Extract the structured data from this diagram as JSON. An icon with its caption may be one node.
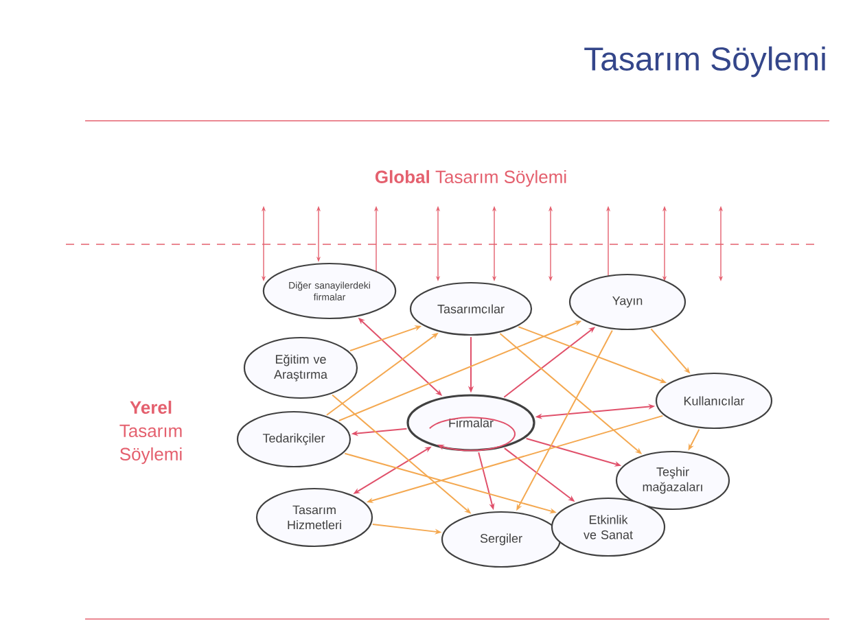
{
  "diagram": {
    "title": "Tasarım Söylemi",
    "nodes": [
      {
        "text": [
          "Diğer sanayilerdeki firmalar"
        ]
      },
      {
        "text": [
          "Tasarımcılar"
        ]
      },
      {
        "text": [
          "Yayın"
        ]
      },
      {
        "text": [
          "Eğitim ve Araştırma"
        ]
      },
      {
        "text": [
          "Kullanıcılar"
        ]
      },
      {
        "text": [
          "Tedarikçiler"
        ]
      },
      {
        "text": [
          "Firmalar"
        ]
      },
      {
        "text": [
          "Teşhir mağazaları"
        ]
      },
      {
        "text": [
          "Tasarım Hizmetleri"
        ]
      },
      {
        "text": [
          "Sergiler"
        ]
      },
      {
        "text": [
          "Etkinlik ve Sanat"
        ]
      }
    ],
    "edges": [
      {
        "from": 6,
        "to": 0,
        "arrow": "both",
        "color": "#e0506a"
      },
      {
        "from": 1,
        "to": 6,
        "arrow": "to",
        "color": "#e0506a"
      },
      {
        "from": 6,
        "to": 2,
        "arrow": "to",
        "color": "#e0506a"
      },
      {
        "from": 6,
        "to": 4,
        "arrow": "both",
        "color": "#e0506a"
      },
      {
        "from": 6,
        "to": 5,
        "arrow": "to",
        "color": "#e0506a"
      },
      {
        "from": 6,
        "to": 8,
        "arrow": "both",
        "color": "#e0506a"
      },
      {
        "from": 6,
        "to": 9,
        "arrow": "to",
        "color": "#e0506a"
      },
      {
        "from": 6,
        "to": 7,
        "arrow": "to",
        "color": "#e0506a"
      },
      {
        "from": 6,
        "to": 10,
        "arrow": "to",
        "color": "#e0506a"
      },
      {
        "from": 6,
        "to": 6,
        "arrow": "to",
        "color": "#e0506a"
      },
      {
        "from": 3,
        "to": 1,
        "arrow": "to"
      },
      {
        "from": 5,
        "to": 1,
        "arrow": "to"
      },
      {
        "from": 5,
        "to": 2,
        "arrow": "to"
      },
      {
        "from": 5,
        "to": 10,
        "arrow": "to"
      },
      {
        "from": 3,
        "to": 9,
        "arrow": "to"
      },
      {
        "from": 1,
        "to": 7,
        "arrow": "to"
      },
      {
        "from": 2,
        "to": 4,
        "arrow": "to"
      },
      {
        "from": 4,
        "to": 7,
        "arrow": "to"
      },
      {
        "from": 4,
        "to": 8,
        "arrow": "to"
      },
      {
        "from": 2,
        "to": 9,
        "arrow": "to"
      },
      {
        "from": 1,
        "to": 4,
        "arrow": "to"
      },
      {
        "from": 8,
        "to": 9,
        "arrow": "to"
      }
    ],
    "labels": [
      "**Global** Tasarım Söylemi",
      "**Yerel** Tasarım Söylemi"
    ]
  }
}
